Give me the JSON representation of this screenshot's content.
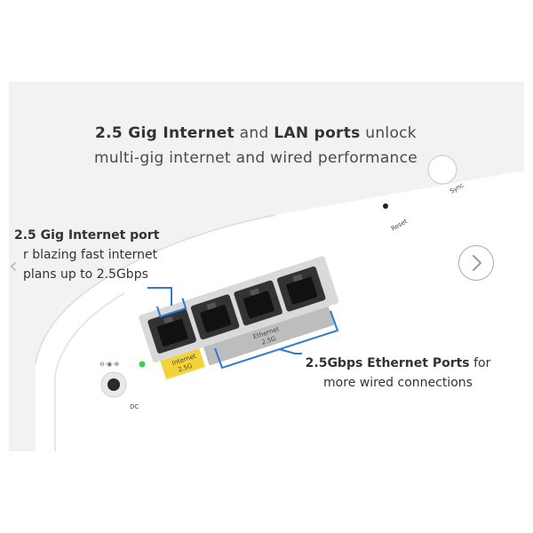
{
  "headline": {
    "bold1": "2.5 Gig Internet",
    "text1": " and ",
    "bold2": "LAN ports",
    "text2": " unlock",
    "line2": "multi-gig internet and wired performance"
  },
  "left_callout": {
    "title": "2.5 Gig Internet port",
    "line1": "r blazing fast internet",
    "line2": "plans up to 2.5Gbps"
  },
  "right_callout": {
    "bold": "2.5Gbps Ethernet Ports",
    "text": " for",
    "line2": "more wired connections"
  },
  "device": {
    "sync_label": "Sync",
    "reset_label": "Reset",
    "dc_label": "DC",
    "internet_label_1": "Internet",
    "internet_label_2": "2.5G",
    "ethernet_label_1": "Ethernet",
    "ethernet_label_2": "2.5G"
  },
  "navigation": {
    "prev_icon": "chevron-left-icon",
    "next_icon": "chevron-right-icon"
  },
  "colors": {
    "accent_blue": "#2e7bd6",
    "internet_tag": "#f2d43a",
    "led_green": "#3ccf4e"
  }
}
